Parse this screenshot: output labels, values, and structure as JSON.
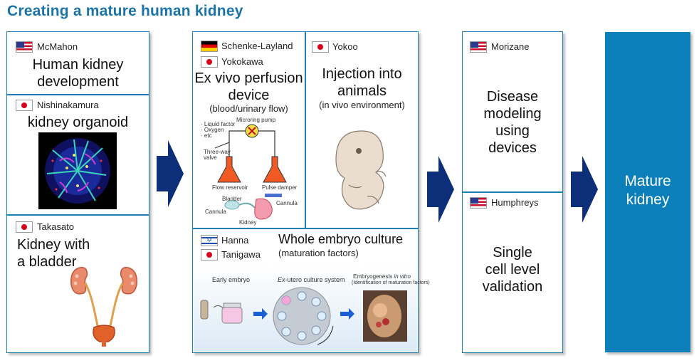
{
  "title": "Creating a mature human kidney",
  "col1": {
    "mcmahon": {
      "name": "McMahon",
      "flag": "us-flag",
      "line1": "Human kidney",
      "line2": "development"
    },
    "nishinakamura": {
      "name": "Nishinakamura",
      "flag": "jp-flag",
      "text": "kidney organoid"
    },
    "takasato": {
      "name": "Takasato",
      "flag": "jp-flag",
      "line1": "Kidney with",
      "line2": "a bladder"
    }
  },
  "col2": {
    "perfusion": {
      "names": [
        "Schenke-Layland",
        "Yokokawa"
      ],
      "line1": "Ex vivo perfusion",
      "line2": "device",
      "sub": "(blood/urinary flow)",
      "diagram": {
        "pump": "Microring pump",
        "factors": [
          "· Liquid factor",
          "· Oxygen",
          "· etc"
        ],
        "valve1": "Three-way",
        "valve2": "valve",
        "flow": "Flow reservoir",
        "damper": "Pulse damper",
        "bladder": "Bladder",
        "cannula": "Cannula",
        "kidney": "Kidney"
      }
    },
    "injection": {
      "name": "Yokoo",
      "line1": "Injection into",
      "line2": "animals",
      "sub": "(in vivo environment)"
    },
    "embryo": {
      "names": [
        "Hanna",
        "Tanigawa"
      ],
      "title": "Whole embryo culture",
      "sub": "(maturation factors)",
      "step1": "Early embryo",
      "step2_italic": "Ex",
      "step2_rest": "-utero culture system",
      "step3_a": "Embryogenesis ",
      "step3_italic": "in vitro",
      "step3_b": "(Identification of maturation factors)"
    }
  },
  "col3": {
    "morizane": {
      "name": "Morizane",
      "lines": [
        "Disease",
        "modeling",
        "using",
        "devices"
      ]
    },
    "humphreys": {
      "name": "Humphreys",
      "lines": [
        "Single",
        "cell level",
        "validation"
      ]
    }
  },
  "final": {
    "line1": "Mature",
    "line2": "kidney"
  },
  "colors": {
    "panel_border": "#1f7fb5",
    "title": "#1a74a8",
    "arrow": "#0d2f7a",
    "final_box": "#0b7fb9"
  }
}
